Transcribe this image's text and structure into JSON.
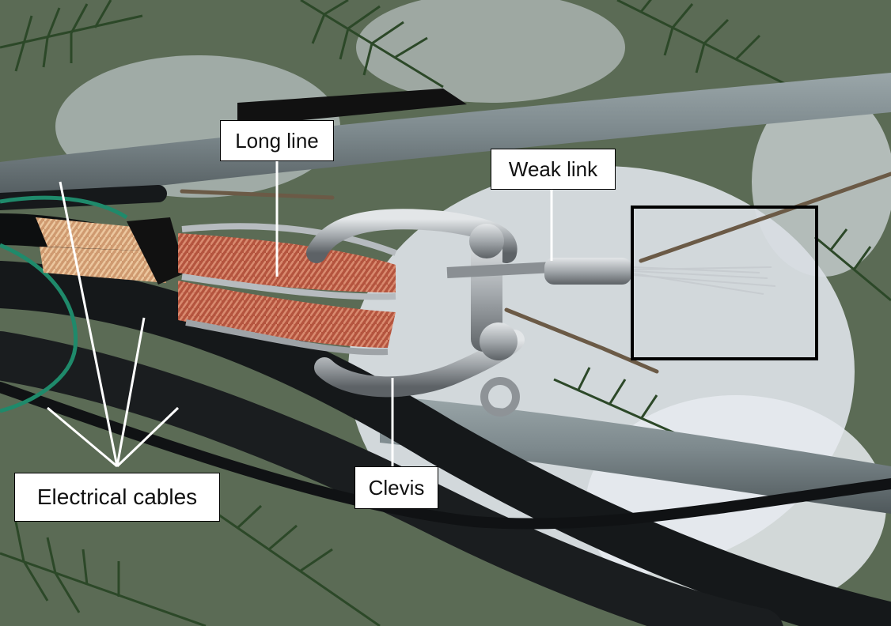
{
  "labels": {
    "long_line": "Long line",
    "weak_link": "Weak link",
    "clevis": "Clevis",
    "electrical_cables": "Electrical cables"
  },
  "colors": {
    "snow": "#dfe4ea",
    "conifer": "#2f4a2b",
    "gray_pipe": "#7e8a8e",
    "black_cable": "#17191b",
    "rope": "#b8553f",
    "braid_tan": "#d9a57a",
    "steel": "#a9aeb2",
    "highlight_box": "#000000",
    "pointer_line": "#ffffff"
  }
}
